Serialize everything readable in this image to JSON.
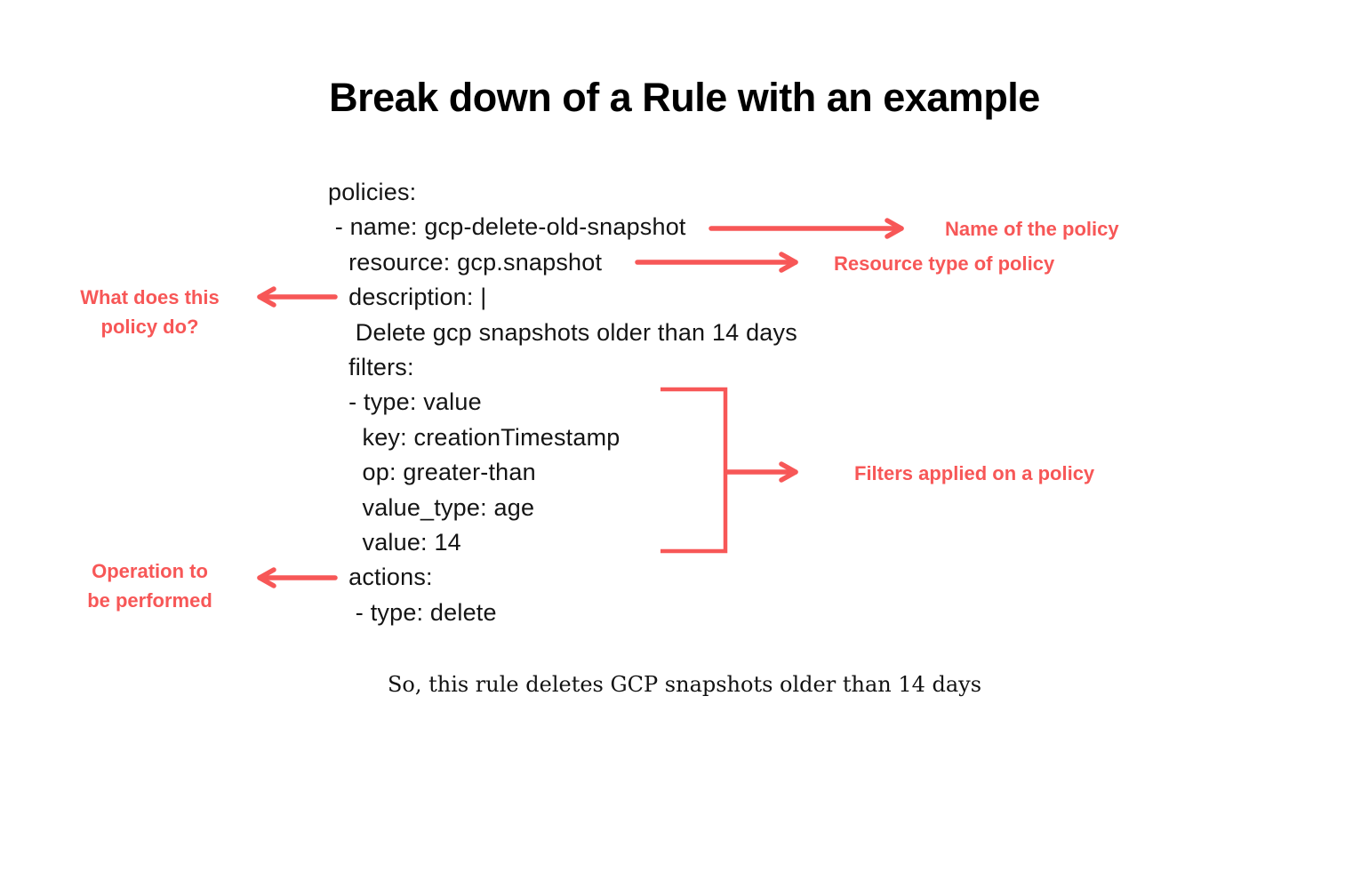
{
  "page": {
    "title": "Break down of a Rule with an example",
    "footer": "So, this rule deletes GCP snapshots older than 14 days"
  },
  "colors": {
    "accent_red": "#F75757",
    "text_ink": "#141414",
    "background": "#FFFFFF"
  },
  "yaml": {
    "lines": [
      "policies:",
      " - name: gcp-delete-old-snapshot",
      "   resource: gcp.snapshot",
      "   description: |",
      "    Delete gcp snapshots older than 14 days",
      "   filters:",
      "   - type: value",
      "     key: creationTimestamp",
      "     op: greater-than",
      "     value_type: age",
      "     value: 14",
      "   actions:",
      "    - type: delete"
    ]
  },
  "annotations": {
    "policy_name": "Name of the policy",
    "resource_type": "Resource type of policy",
    "description_note": "What does this\npolicy do?",
    "filters_note": "Filters applied on a policy",
    "actions_note": "Operation to\nbe performed"
  }
}
